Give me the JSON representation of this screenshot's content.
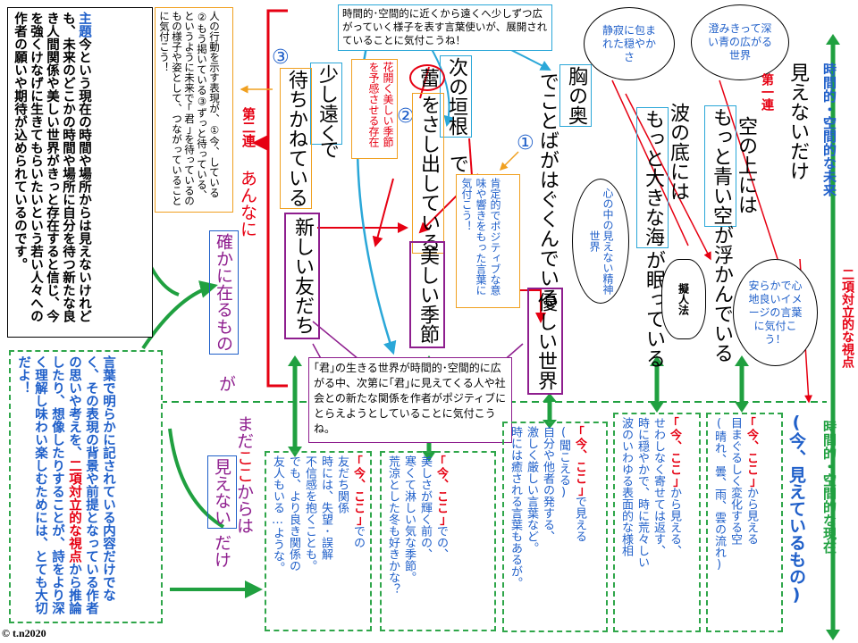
{
  "poem": {
    "l1a": "胸の奥",
    "l1b": "でことばがはぐくんでいる",
    "l2a": "次の垣根",
    "l2b": "で",
    "l2c": "蕾",
    "l2d": "をさし出している",
    "l3a": "少し遠く",
    "l3b": "で",
    "l3c": "待ちかねている",
    "kw_tomodachi": "新しい友だち",
    "kw_kisetsu": "美しい季節",
    "kw_sekai": "優しい世界",
    "anna": "あんなに",
    "tashika": "確かに在るもの",
    "ga": "が",
    "madakoko_1": "まだ",
    "madakoko_2": "ここ",
    "madakoko_3": "からは",
    "mienai": "見えない",
    "dake": "だけ",
    "sora_a": "空の上には",
    "sora_b": "もっと青い空",
    "sora_c": "が浮かんでいる",
    "nami_a": "波の底には",
    "nami_b": "もっと大きな海",
    "nami_c": "が眠っている",
    "mienaidake": "見えないだけ"
  },
  "labels": {
    "dai1ren": "第一連",
    "dai2ren": "第二連",
    "n1": "①",
    "n2": "②",
    "n3": "③",
    "gijinho": "擬人法",
    "kaika": "花開く美しい季節を予感させる存在",
    "future": "時間的・空間的な未来",
    "present": "時間的・空間的な現在",
    "nikou_r": "二項対立的な視点",
    "ima_mieteiru": "(今、見えているもの)",
    "copyright": "© t.n2020"
  },
  "callouts": {
    "top_blue": "時間的･空間的に近くから遠くへ少しずつ広がっていく様子を表す言葉使いが、展開されていることに気付こうね！",
    "orange_note": "人の行動を示す表現が、①今、している②もう掲いている③ずっと待っている、というように未来で｢君｣を待っているのもの様子や姿として、つながっていることに気付こう！",
    "positive": "肯定的でポジティブな意味や響きをもった言葉に気付こう！",
    "seijaku": "静寂に包まれた穏やかさ",
    "sumikitte": "澄みきって深い青の広がる世界",
    "yasuraka": "安らかで心地良いイメージの言葉に気付こう！",
    "kokoro": "心の中の見えない精神世界",
    "kimi": "｢君｣の生きる世界が時間的･空間的に広がる中、次第に｢君｣に見えてくる人や社会との新たな関係を作者がポジティブにとらえようとしていることに気付こうね。"
  },
  "theme": {
    "title": "主題",
    "body": "今という現在の時間や場所からは見えないけれども、未来のどこかの時間や場所に自分を待つ新たな良き人間関係や美しい世界がきっと存在すると信じ、今を強くけなげに生きてもらいたいという若い人々への作者の願いや期待が込められているのです。"
  },
  "bottom": {
    "explain": "言葉で明らかに記されている内容だけでなく、その表現の背景や前提となっている作者の思いや考えを、",
    "explain_red": "二項対立的な視点",
    "explain2": "から推論したり、想像したりすることが、詩をより深く理解し味わい楽しむためには、とても大切だよ！",
    "c1_ima": "｢今、ここ｣",
    "c1_a": "での",
    "c1_b": "友だち関係",
    "c1_c": "時には、失望･誤解",
    "c1_d": "不信感を抱くことも。",
    "c1_e": "でも、より良き関係の",
    "c1_f": "友人もいる…ような。",
    "c2_ima": "｢今、ここ｣",
    "c2_a": "での、",
    "c2_b": "美しさが輝く前の、",
    "c2_c": "寒くて淋しい気な季節。",
    "c2_d": "荒涼とした冬も好きかな？",
    "c3_ima": "｢今、ここ｣",
    "c3_a": "で見える",
    "c3_b": "(聞こえる)",
    "c3_c": "自分や他者の発する、",
    "c3_d": "激しく厳しい言葉など。",
    "c3_e": "時には癒される言葉もあるが。",
    "c4_ima": "｢今、ここ｣",
    "c4_a": "から見える、",
    "c4_b": "せわしなく寄せては返す、",
    "c4_c": "時に穏やかで、時に荒々しい",
    "c4_d": "波のいわゆる表面的な様相",
    "c5_ima": "｢今、ここ｣",
    "c5_a": "から見える",
    "c5_b": "目まぐるしく変化する空",
    "c5_c": "(晴れ、曇、雨、雲の流れ)"
  },
  "colors": {
    "red": "#e60012",
    "blue": "#1f5fc9",
    "purple": "#8e1e8e",
    "orange": "#f0a020",
    "green": "#20a040",
    "cyan": "#2aa7d8"
  }
}
